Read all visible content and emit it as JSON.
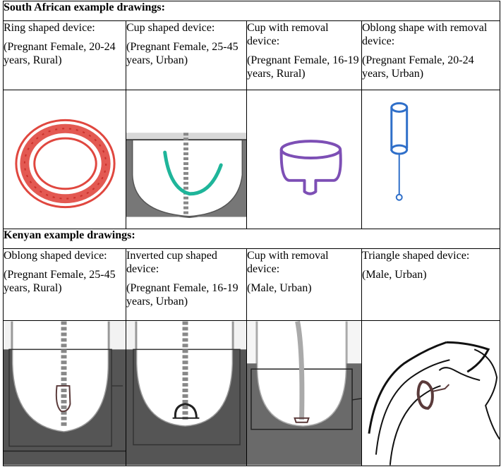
{
  "south_africa": {
    "heading": "South African example drawings:",
    "cells": [
      {
        "label": "Ring shaped device:",
        "demographic": "(Pregnant Female, 20-24 years, Rural)"
      },
      {
        "label": "Cup shaped device:",
        "demographic": "(Pregnant Female, 25-45 years, Urban)"
      },
      {
        "label": "Cup with removal device:",
        "demographic": "(Pregnant Female, 16-19 years, Rural)"
      },
      {
        "label": "Oblong shape with removal device:",
        "demographic": "(Pregnant Female, 20-24 years, Urban)"
      }
    ]
  },
  "kenya": {
    "heading": "Kenyan example drawings:",
    "cells": [
      {
        "label": "Oblong shaped device:",
        "demographic": "(Pregnant Female, 25-45 years, Rural)"
      },
      {
        "label": "Inverted cup shaped device:",
        "demographic": "(Pregnant Female, 16-19 years, Urban)"
      },
      {
        "label": "Cup with removal device:",
        "demographic": "(Male, Urban)"
      },
      {
        "label": "Triangle shaped device:",
        "demographic": "(Male, Urban)"
      }
    ]
  },
  "colors": {
    "ring": "#e0473f",
    "cup_teal": "#1fb59a",
    "cup_purple": "#7d4fb5",
    "oblong_blue": "#2f6fc9",
    "pencil": "#5a3a3a"
  }
}
